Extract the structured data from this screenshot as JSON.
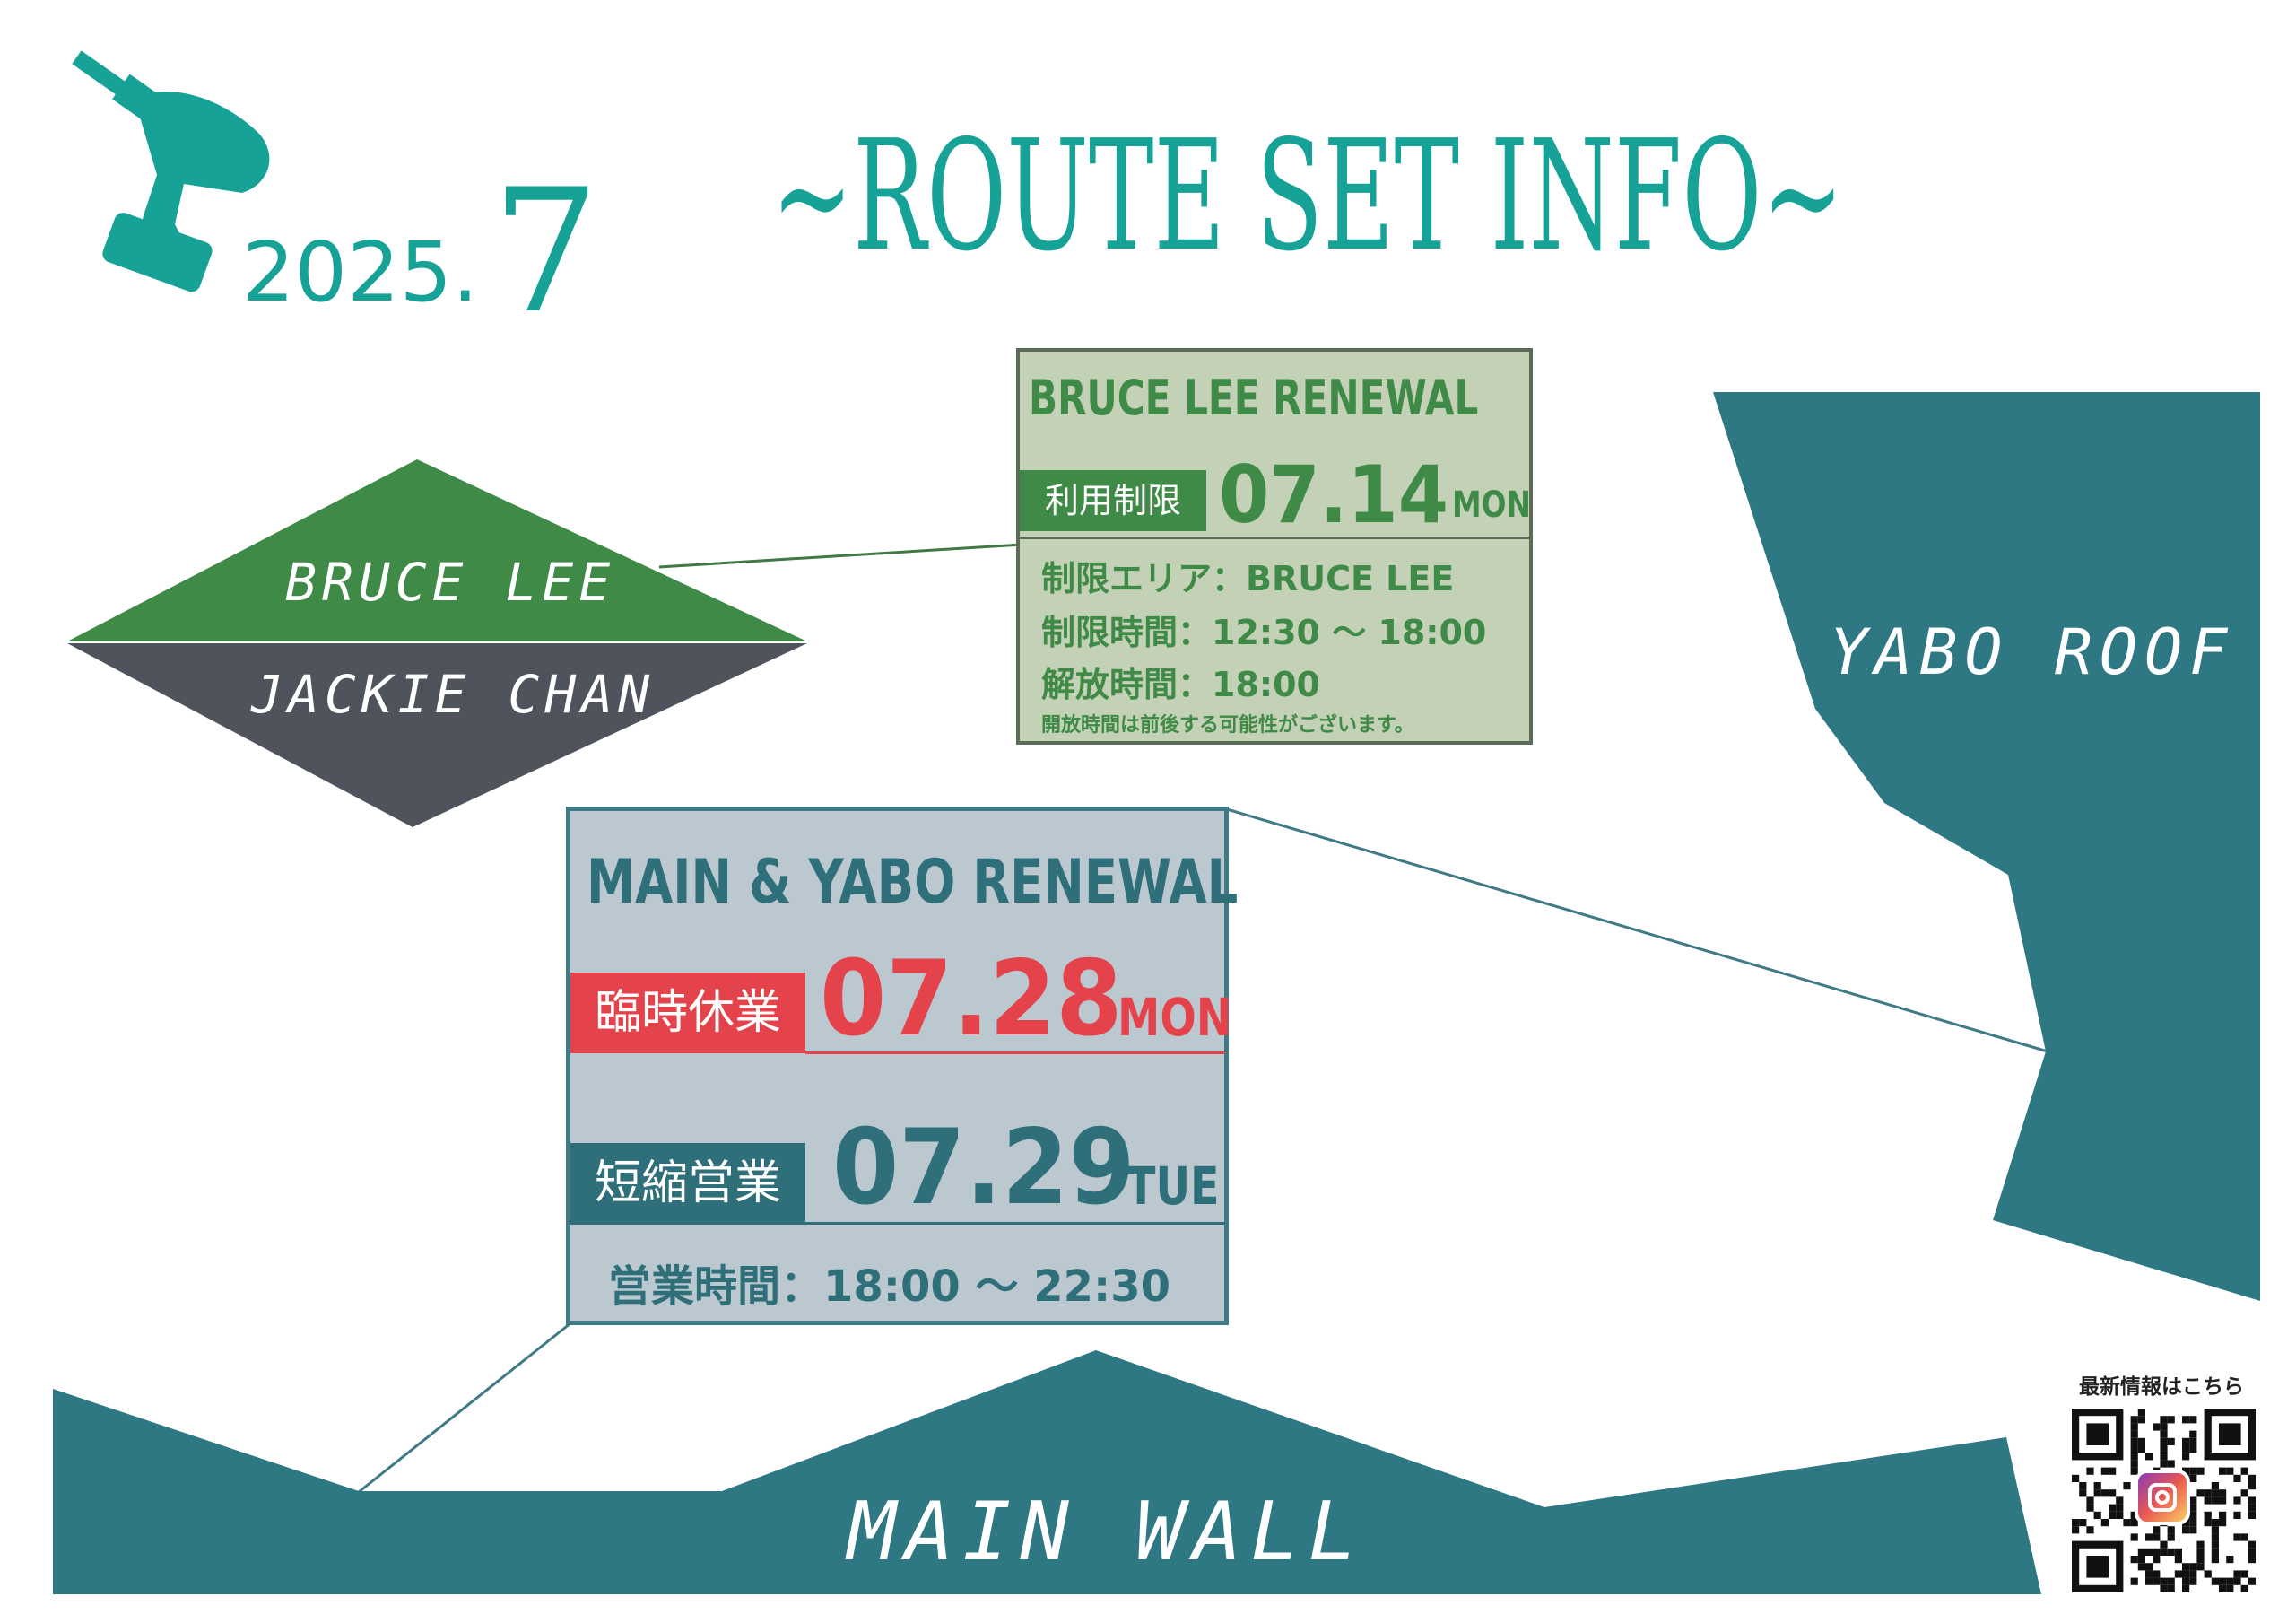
{
  "header": {
    "year": "2025.",
    "month": "7",
    "title": "~ROUTE SET INFO~"
  },
  "diamond": {
    "top_label": "BRUCE LEE",
    "bottom_label": "JACKIE CHAN"
  },
  "walls": {
    "yabo_roof": "YABO ROOF",
    "main_wall": "MAIN WALL"
  },
  "bruce_notice": {
    "title": "BRUCE LEE RENEWAL",
    "tag": "利用制限",
    "date": "07.14",
    "weekday": "MON",
    "area": "制限エリア：BRUCE LEE",
    "time": "制限時間：12:30 ～ 18:00",
    "release": "解放時間：18:00",
    "note": "開放時間は前後する可能性がございます。"
  },
  "main_notice": {
    "title": "MAIN & YABO RENEWAL",
    "closed_tag": "臨時休業",
    "closed_date": "07.28",
    "closed_weekday": "MON",
    "short_tag": "短縮営業",
    "short_date": "07.29",
    "short_weekday": "TUE",
    "hours": "営業時間：18:00 ～ 22:30"
  },
  "qr": {
    "caption": "最新情報はこちら"
  },
  "colors": {
    "teal": "#16a297",
    "wall": "#2e7884",
    "green": "#3f8a46",
    "dark": "#4f535c",
    "red": "#e5434b"
  }
}
